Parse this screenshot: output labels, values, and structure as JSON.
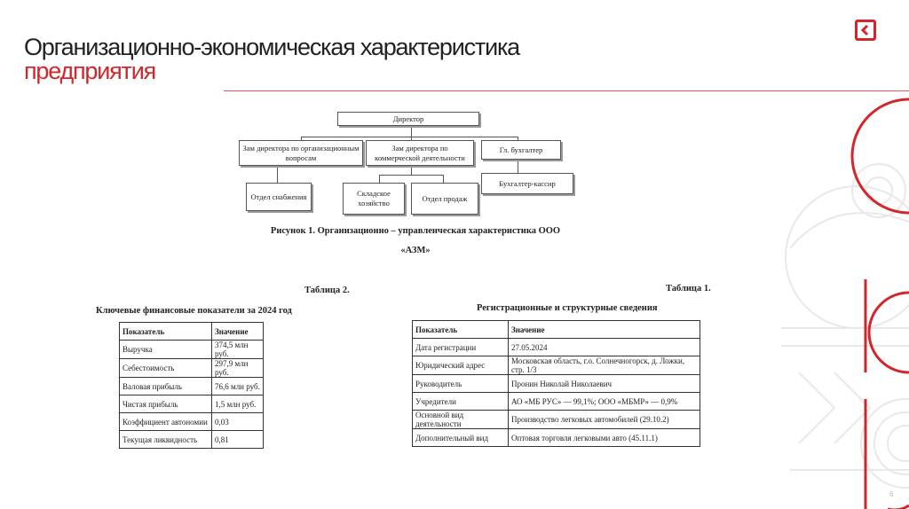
{
  "slide": {
    "title_line1": "Организационно-экономическая характеристика",
    "title_line2": "предприятия",
    "accent_color": "#d3262c",
    "page_number": "6"
  },
  "org_chart": {
    "director": "Директор",
    "deputy_org": "Зам директора по организационным вопросам",
    "deputy_commerce": "Зам директора по коммерческой деятельности",
    "chief_accountant": "Гл. бухгалтер",
    "supply_dept": "Отдел снабжения",
    "warehouse": "Складское хозяйство",
    "sales_dept": "Отдел продаж",
    "cashier": "Бухгалтер-кассир",
    "caption_line1": "Рисунок 1. Организационно – управленческая характеристика ООО",
    "caption_line2": "«АЗМ»"
  },
  "table2": {
    "number": "Таблица 2.",
    "caption": "Ключевые финансовые показатели за 2024 год",
    "headers": [
      "Показатель",
      "Значение"
    ],
    "rows": [
      [
        "Выручка",
        "374,5 млн руб."
      ],
      [
        "Себестоимость",
        "297,9 млн руб."
      ],
      [
        "Валовая прибыль",
        "76,6 млн руб."
      ],
      [
        "Чистая прибыль",
        "1,5 млн руб."
      ],
      [
        "Коэффициент автономии",
        "0,03"
      ],
      [
        "Текущая ликвидность",
        "0,81"
      ]
    ]
  },
  "table1": {
    "number": "Таблица 1.",
    "caption": "Регистрационные и структурные сведения",
    "headers": [
      "Показатель",
      "Значение"
    ],
    "rows": [
      [
        "Дата регистрации",
        "27.05.2024"
      ],
      [
        "Юридический адрес",
        "Московская область, г.о. Солнечногорск, д. Ложки, стр. 1/3"
      ],
      [
        "Руководитель",
        "Пронин Николай Николаевич"
      ],
      [
        "Учредители",
        "АО «МБ РУС» — 99,1%; ООО «МБМР» — 0,9%"
      ],
      [
        "Основной вид деятельности",
        "Производство легковых автомобилей (29.10.2)"
      ],
      [
        "Дополнительный вид",
        "Оптовая торговля легковыми авто (45.11.1)"
      ]
    ]
  }
}
